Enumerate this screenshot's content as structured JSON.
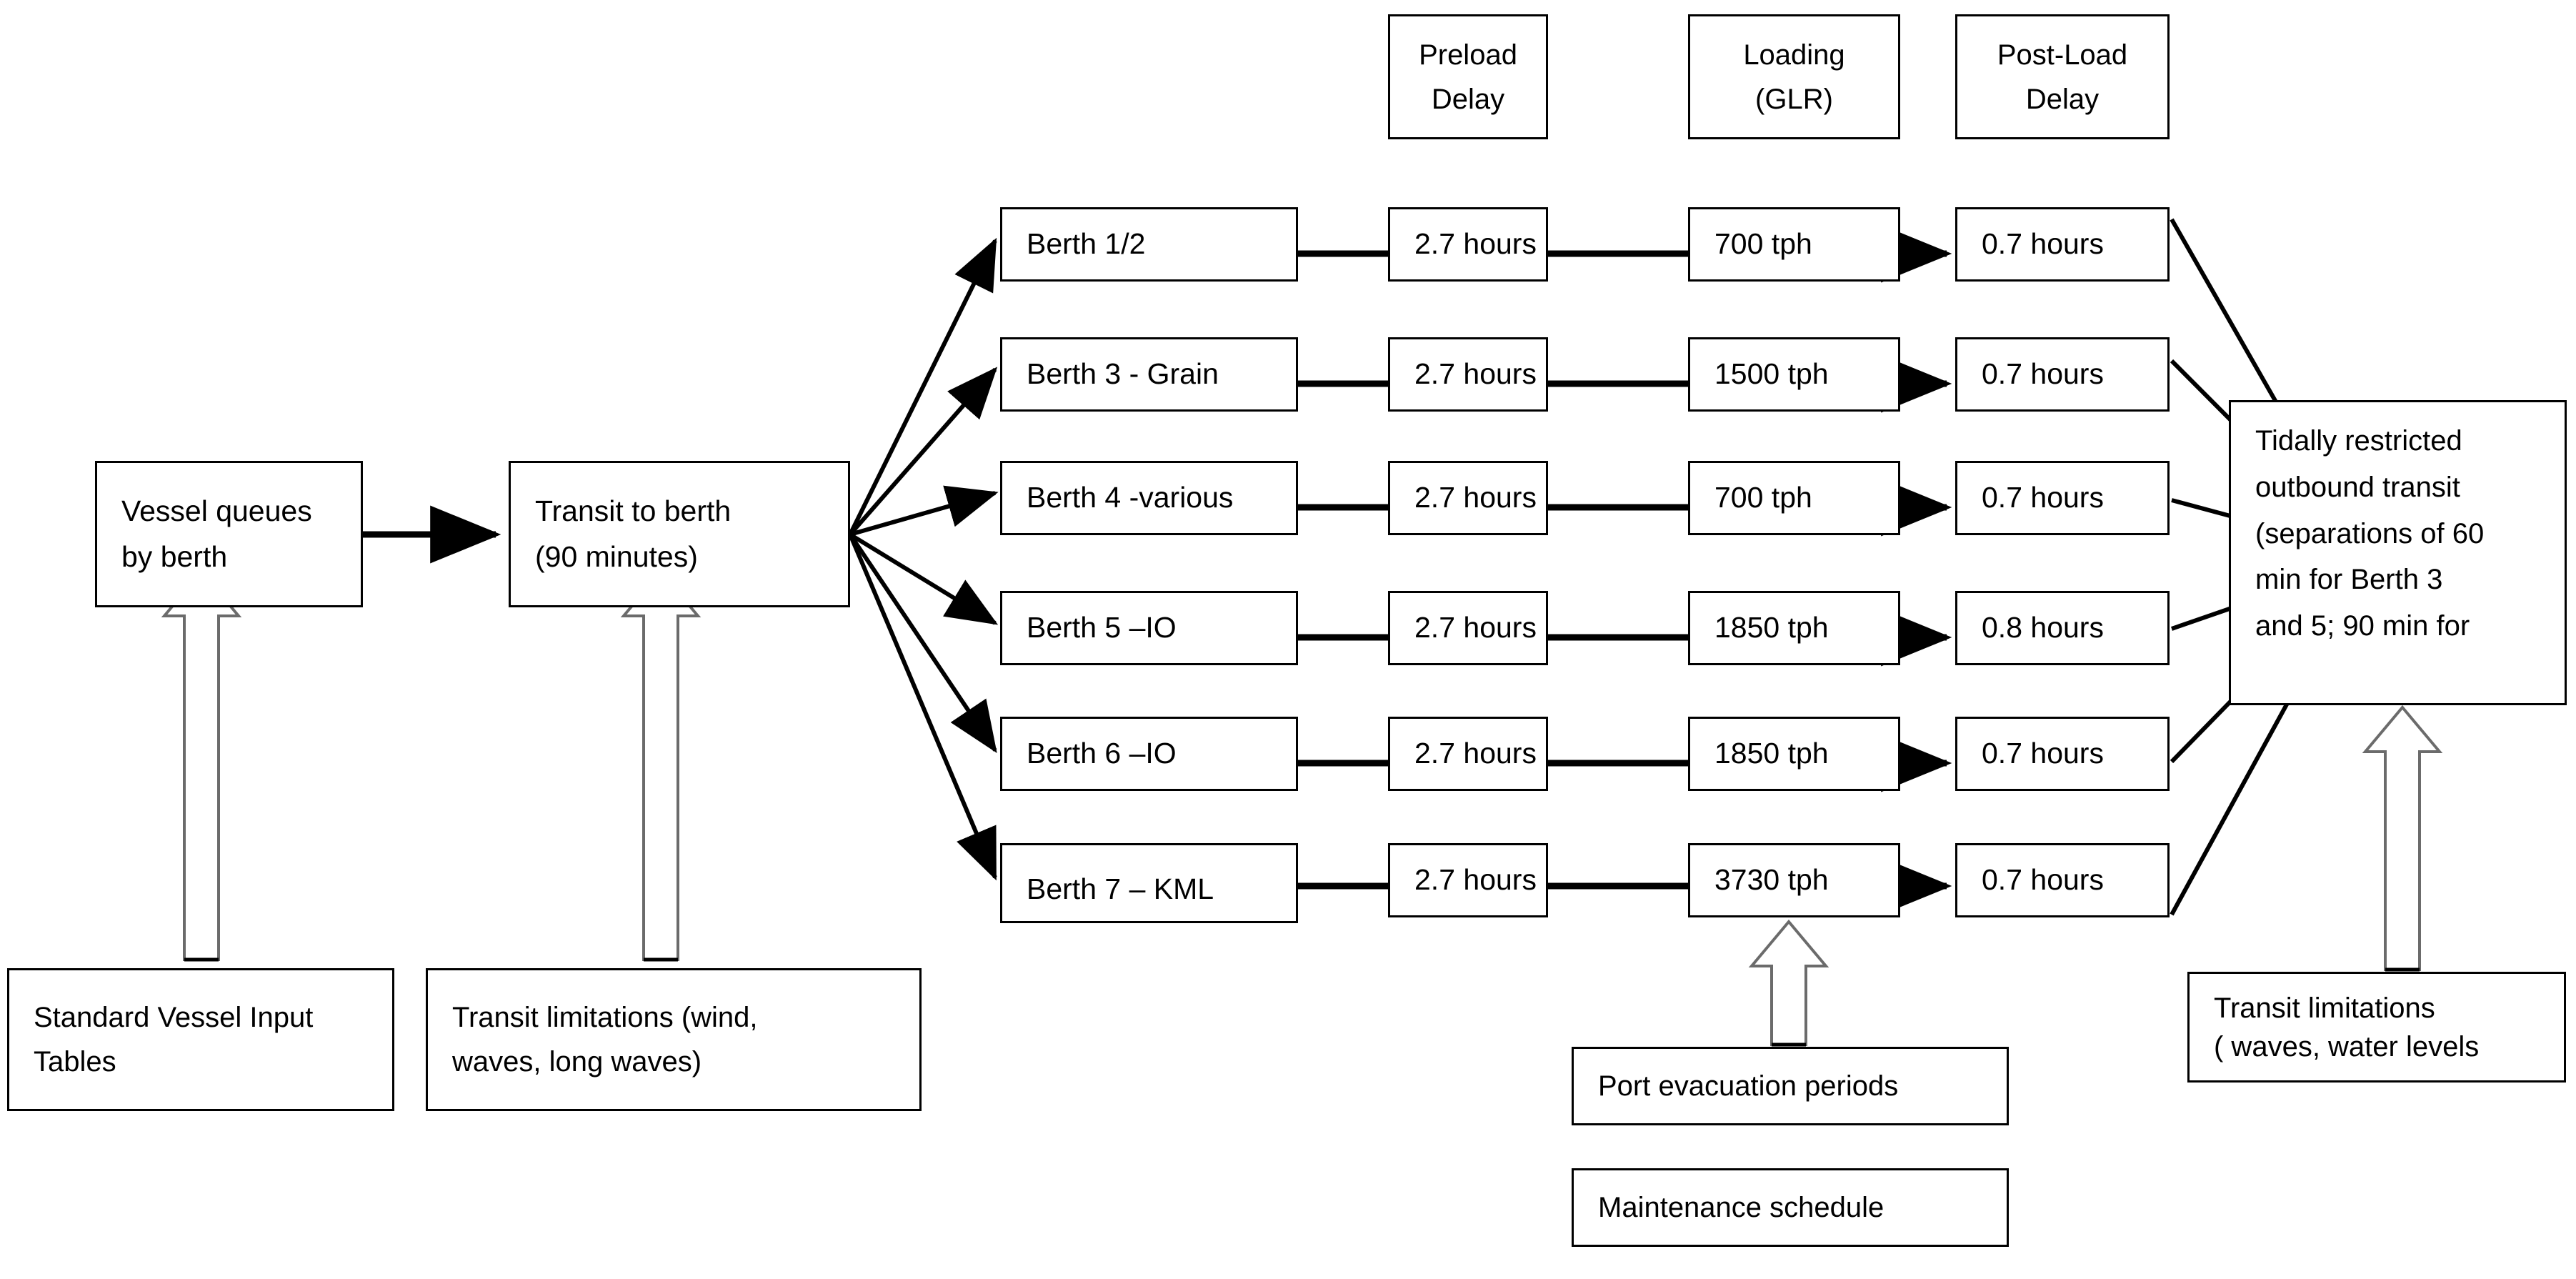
{
  "diagram": {
    "title": "Port vessel berth loading process flow",
    "colors": {
      "stroke": "#000000",
      "fill": "#ffffff",
      "text": "#000000"
    }
  },
  "headers": [
    {
      "id": "preload-delay",
      "lines": [
        "Preload",
        "Delay"
      ]
    },
    {
      "id": "loading-glr",
      "lines": [
        "Loading",
        "(GLR)"
      ]
    },
    {
      "id": "post-load-delay",
      "lines": [
        "Post-Load",
        "Delay"
      ]
    }
  ],
  "upstream": [
    {
      "id": "vessel-queues",
      "lines": [
        "Vessel queues",
        "by berth"
      ]
    },
    {
      "id": "transit-to-berth",
      "lines": [
        "Transit to berth",
        "(90 minutes)"
      ]
    }
  ],
  "berth_rows": [
    {
      "berth": "Berth 1/2",
      "berth_line2": "",
      "preload": "2.7 hours",
      "loading": "700 tph",
      "postload": "0.7 hours"
    },
    {
      "berth": "Berth 3 - Grain",
      "berth_line2": "",
      "preload": "2.7 hours",
      "loading": "1500 tph",
      "postload": "0.7 hours"
    },
    {
      "berth": "Berth  4 -various",
      "berth_line2": "",
      "preload": "2.7 hours",
      "loading": "700 tph",
      "postload": "0.7 hours"
    },
    {
      "berth": "Berth 5 –IO",
      "berth_line2": "",
      "preload": "2.7 hours",
      "loading": "1850 tph",
      "postload": "0.8 hours"
    },
    {
      "berth": "Berth 6 –IO",
      "berth_line2": "",
      "preload": "2.7 hours",
      "loading": "1850 tph",
      "postload": "0.7 hours"
    },
    {
      "berth": "Berth 7 – KML",
      "berth_line2": "··",
      "preload": "2.7 hours",
      "loading": "3730 tph",
      "postload": "0.7 hours"
    }
  ],
  "outbound": {
    "id": "tidally-restricted-outbound-transit",
    "lines": [
      "Tidally restricted",
      "outbound transit",
      "(separations of 60",
      "min for Berth 3",
      "and 5;  90 min for"
    ]
  },
  "inputs": [
    {
      "id": "standard-vessel-input-tables",
      "lines": [
        "Standard Vessel Input",
        "Tables"
      ]
    },
    {
      "id": "transit-limitations-wind",
      "lines": [
        "Transit limitations (wind,",
        "waves, long waves)"
      ]
    },
    {
      "id": "port-evacuation-periods",
      "lines": [
        "Port evacuation periods"
      ]
    },
    {
      "id": "maintenance-schedule",
      "lines": [
        "Maintenance schedule"
      ]
    },
    {
      "id": "transit-limitations-waves",
      "lines": [
        "Transit limitations",
        "( waves, water levels"
      ]
    }
  ]
}
